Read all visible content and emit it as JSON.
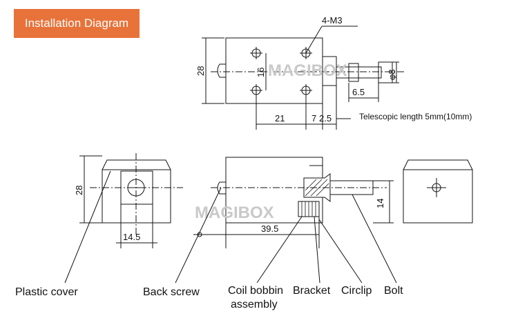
{
  "header": {
    "title": "Installation Diagram"
  },
  "top_view": {
    "mount_thread": "4-M3",
    "height": "28",
    "hole_spacing": "16",
    "plunger_diameter": "φ8",
    "plunger_length": "6.5",
    "hole_offset": "21",
    "body_to_plunger": "7",
    "stroke": "2.5",
    "telescopic_note": "Telescopic length 5mm(10mm)"
  },
  "side_view": {
    "height": "28",
    "cover_width": "14.5",
    "body_length": "39.5",
    "bracket_height": "14"
  },
  "watermarks": {
    "top": "MAGIBOX",
    "bottom": "MAGIBOX"
  },
  "labels": {
    "plastic_cover": "Plastic cover",
    "back_screw": "Back screw",
    "coil_line1": "Coil bobbin",
    "coil_line2": "assembly",
    "bracket": "Bracket",
    "circlip": "Circlip",
    "bolt": "Bolt"
  },
  "colors": {
    "header_bg": "#e8733a",
    "line": "#111111",
    "watermark": "#c9c9c9"
  }
}
